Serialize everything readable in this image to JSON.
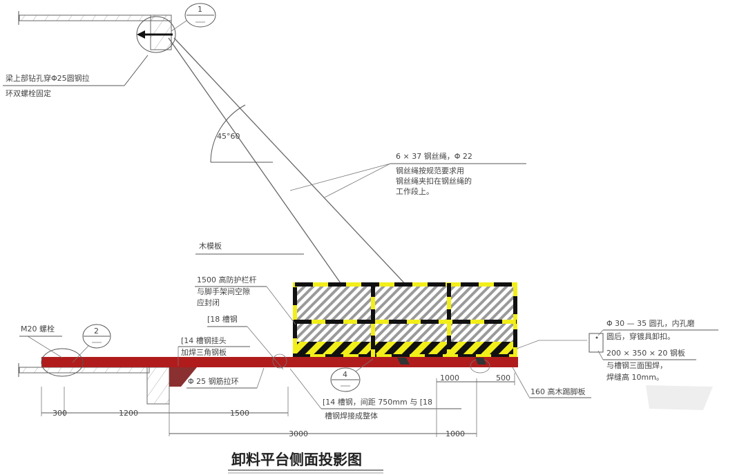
{
  "title": "卸料平台侧面投影图",
  "colors": {
    "beam": "#b01c1c",
    "rail_yellow": "#f2ee1a",
    "rail_black": "#111111",
    "hatch": "#9a9a9a"
  },
  "detail_marks": {
    "m1": "1",
    "m2": "2",
    "m4": "4"
  },
  "labels": {
    "anchor_line1": "梁上部钻孔穿Φ25圆钢拉",
    "anchor_line2": "环双螺栓固定",
    "angle": "45°60",
    "rope_line1": "6 × 37 钢丝绳，Φ 22",
    "rope_line2": "钢丝绳按规范要求用",
    "rope_line3": "钢丝绳夹扣在钢丝绳的",
    "rope_line4": "工作段上。",
    "formwork": "木模板",
    "rail_line1": "1500 高防护栏杆",
    "rail_line2": "与脚手架间空隙",
    "rail_line3": "应封闭",
    "ch18": "[18 槽钢",
    "bolt": "M20 螺栓",
    "hook_line1": "[14 槽钢挂头",
    "hook_line2": "加焊三角钢板",
    "ring": "Φ 25 钢筋拉环",
    "ch14_line1": "[14 槽钢，间距 750mm 与 [18",
    "ch14_line2": "槽钢焊接成整体",
    "hole_line1": "Φ 30 — 35 圆孔，内孔磨",
    "hole_line2": "圆后，穿镀具卸扣。",
    "plate_line1": "200 × 350 × 20 钢板",
    "plate_line2": "与槽钢三面围焊，",
    "plate_line3": "焊缝高 10mm。",
    "toe": "160 高木踢脚板"
  },
  "dimensions": {
    "d300": "300",
    "d1200": "1200",
    "d1500": "1500",
    "d3000": "3000",
    "d1000a": "1000",
    "d500": "500",
    "d1000b": "1000"
  }
}
